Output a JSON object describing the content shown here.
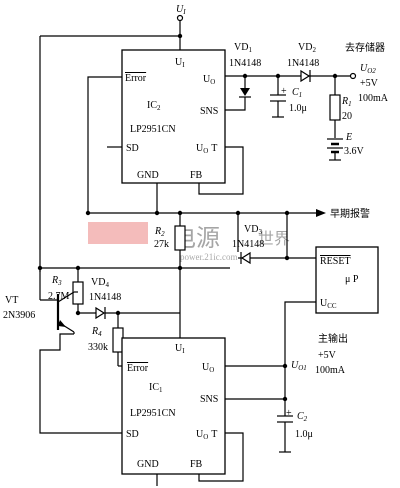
{
  "supply": {
    "label": "U",
    "sub": "I"
  },
  "ic2": {
    "name": "IC",
    "name_sub": "2",
    "part": "LP2951CN",
    "pin_in": "U",
    "pin_in_sub": "I",
    "pin_error": "Error",
    "pin_out": "U",
    "pin_out_sub": "O",
    "pin_sns": "SNS",
    "pin_sd": "SD",
    "pin_t": "T",
    "pin_gnd": "GND",
    "pin_fb": "FB"
  },
  "ic1": {
    "name": "IC",
    "name_sub": "1",
    "part": "LP2951CN",
    "pin_in": "U",
    "pin_in_sub": "I",
    "pin_error": "Error",
    "pin_out": "U",
    "pin_out_sub": "O",
    "pin_sns": "SNS",
    "pin_sd": "SD",
    "pin_t": "T",
    "pin_gnd": "GND",
    "pin_fb": "FB"
  },
  "vd1": {
    "name": "VD",
    "sub": "1",
    "part": "1N4148"
  },
  "vd2": {
    "name": "VD",
    "sub": "2",
    "part": "1N4148"
  },
  "vd3": {
    "name": "VD",
    "sub": "3",
    "part": "1N4148"
  },
  "vd4": {
    "name": "VD",
    "sub": "4",
    "part": "1N4148"
  },
  "c1": {
    "name": "C",
    "sub": "1",
    "value": "1.0μ",
    "polarity": "+"
  },
  "c2": {
    "name": "C",
    "sub": "2",
    "value": "1.0μ",
    "polarity": "+"
  },
  "r1": {
    "name": "R",
    "sub": "1",
    "value": "20"
  },
  "r2": {
    "name": "R",
    "sub": "2",
    "value": "27k"
  },
  "r3": {
    "name": "R",
    "sub": "3",
    "value": "2.7M"
  },
  "r4": {
    "name": "R",
    "sub": "4",
    "value": "330k"
  },
  "battery": {
    "name": "E",
    "value": "3.6V"
  },
  "memory_output": {
    "title": "去存储器",
    "label": "U",
    "sub": "O2",
    "voltage": "+5V",
    "current": "100mA"
  },
  "main_output": {
    "title": "主输出",
    "label": "U",
    "sub": "O1",
    "voltage": "+5V",
    "current": "100mA"
  },
  "early_warning": "早期报警",
  "transistor": {
    "name": "VT",
    "part": "2N3906"
  },
  "mcu": {
    "reset": "RESET",
    "name": "μ P",
    "vcc": "U",
    "vcc_sub": "CC"
  },
  "watermark": {
    "logo": "电源",
    "tagline": "世界",
    "url": "power.21ic.com"
  }
}
